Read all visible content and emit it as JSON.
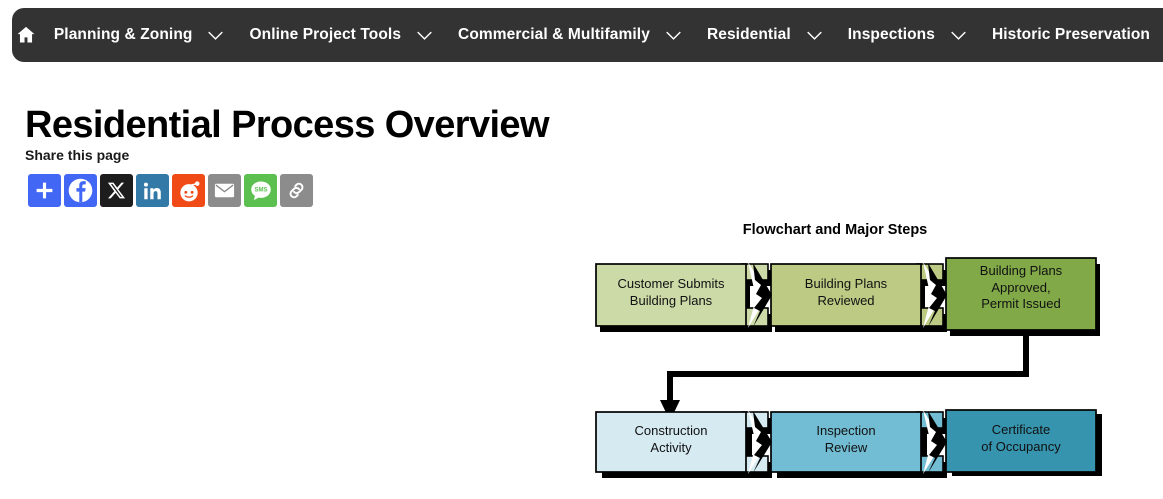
{
  "nav": {
    "home_icon": "home-icon",
    "items": [
      {
        "label": "Planning & Zoning",
        "has_dropdown": true
      },
      {
        "label": "Online Project Tools",
        "has_dropdown": true
      },
      {
        "label": "Commercial & Multifamily",
        "has_dropdown": true
      },
      {
        "label": "Residential",
        "has_dropdown": true
      },
      {
        "label": "Inspections",
        "has_dropdown": true
      },
      {
        "label": "Historic Preservation",
        "has_dropdown": false
      }
    ],
    "background_color": "#333333",
    "text_color": "#ffffff"
  },
  "page": {
    "title": "Residential Process Overview"
  },
  "share": {
    "heading": "Share this page",
    "buttons": [
      {
        "name": "addthis-share-icon",
        "label": "Share",
        "color": "#4267f5"
      },
      {
        "name": "facebook-icon",
        "label": "Facebook",
        "color": "#4267f5"
      },
      {
        "name": "x-twitter-icon",
        "label": "X",
        "color": "#1d1d1d"
      },
      {
        "name": "linkedin-icon",
        "label": "LinkedIn",
        "color": "#3279a8"
      },
      {
        "name": "reddit-icon",
        "label": "Reddit",
        "color": "#f04b16"
      },
      {
        "name": "email-icon",
        "label": "Email",
        "color": "#8c8c8c"
      },
      {
        "name": "sms-icon",
        "label": "SMS",
        "color": "#5bc martin"
      },
      {
        "name": "copy-link-icon",
        "label": "Copy Link",
        "color": "#8c8c8c"
      }
    ]
  },
  "flowchart": {
    "title": "Flowchart and Major Steps",
    "steps": [
      {
        "id": "step-1",
        "lines": [
          "Customer Submits",
          "Building Plans"
        ],
        "color": "#ccdaa8",
        "row": 1
      },
      {
        "id": "step-2",
        "lines": [
          "Building Plans",
          "Reviewed"
        ],
        "color": "#bcca84",
        "row": 1
      },
      {
        "id": "step-3",
        "lines": [
          "Building Plans",
          "Approved,",
          "Permit Issued"
        ],
        "color": "#81a948",
        "row": 1
      },
      {
        "id": "step-4",
        "lines": [
          "Construction",
          "Activity"
        ],
        "color": "#d6eaf2",
        "row": 2
      },
      {
        "id": "step-5",
        "lines": [
          "Inspection",
          "Review"
        ],
        "color": "#72bdd4",
        "row": 2
      },
      {
        "id": "step-6",
        "lines": [
          "Certificate",
          "of Occupancy"
        ],
        "color": "#3694ae",
        "row": 2
      }
    ],
    "connector_color": "#000000"
  }
}
